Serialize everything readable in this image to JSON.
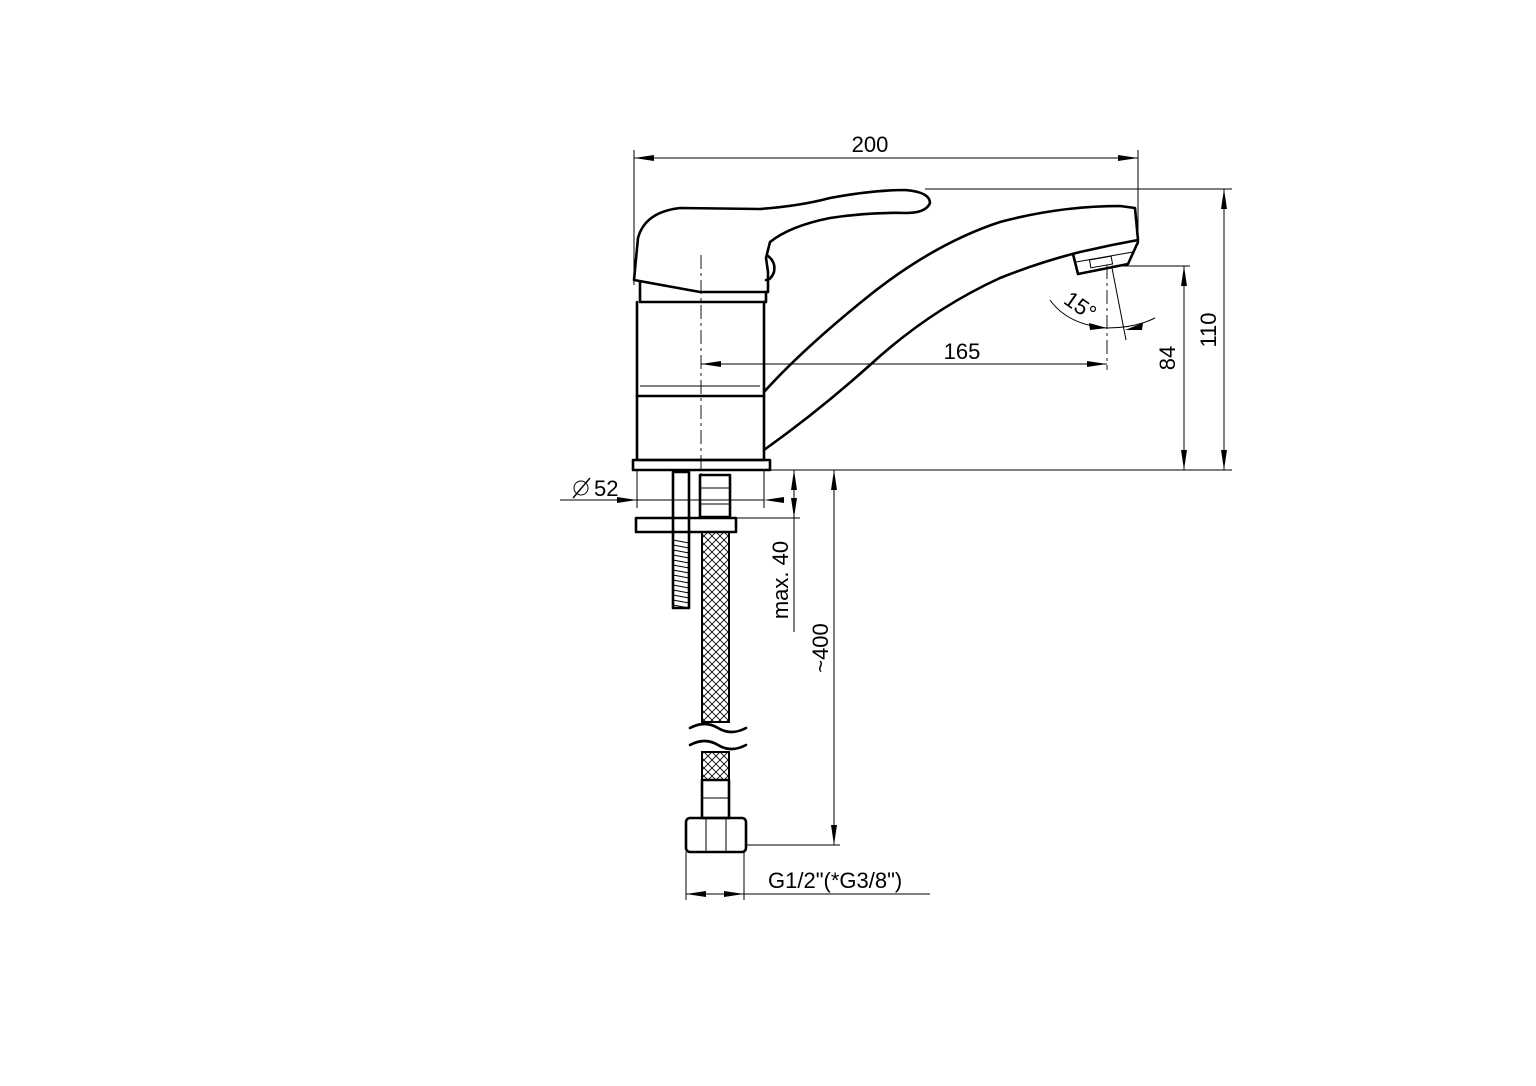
{
  "drawing": {
    "dimensions": {
      "overall_length": "200",
      "spout_reach": "165",
      "overall_height": "110",
      "outlet_height": "84",
      "spout_angle": "15°",
      "base_diameter": "52",
      "mounting_thickness": "max. 40",
      "hose_length": "~400",
      "connection_thread": "G1/2\"(*G3/8\")"
    }
  }
}
